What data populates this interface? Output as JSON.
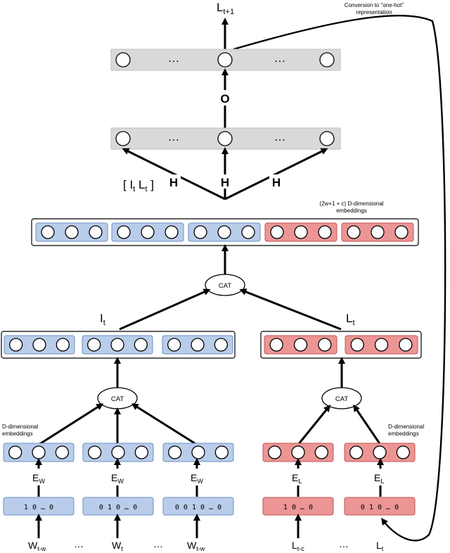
{
  "output": {
    "label_main": "L",
    "label_sub": "t+1",
    "conversion_note_line1": "Conversion to \"one-hot\"",
    "conversion_note_line2": "representation"
  },
  "layers": {
    "ellipsis": "…",
    "o_label": "O",
    "h_label": "H",
    "concat_label": "[ I",
    "concat_label_t1": "t",
    "concat_label_mid": " L",
    "concat_label_t2": "t",
    "concat_label_end": " ]",
    "big_embedding_note_line1": "(2w+1 + c) D-dimensional",
    "big_embedding_note_line2": "embeddings",
    "cat_label": "CAT"
  },
  "groups": {
    "words_label_main": "I",
    "words_label_sub": "t",
    "lemmas_label_main": "L",
    "lemmas_label_sub": "t"
  },
  "embeddings": {
    "d_dim_line1": "D-dimensional",
    "d_dim_line2": "embeddings",
    "ew_main": "E",
    "ew_sub": "W",
    "el_main": "E",
    "el_sub": "L"
  },
  "onehot": {
    "w_left": "1 0      …      0",
    "w_center": "0 1 0     …     0",
    "w_right": "0 0 1 0    …    0",
    "l_left": "1 0      …      0",
    "l_right": "0 1 0     …     0"
  },
  "inputs": {
    "w_tw_main": "W",
    "w_tw_sub": "t-w",
    "w_t_main": "W",
    "w_t_sub": "t",
    "w_tpw_main": "W",
    "w_tpw_sub": "t-w",
    "l_tc_main": "L",
    "l_tc_sub": "t-c",
    "l_t_main": "L",
    "l_t_sub": "t",
    "dots": "…"
  },
  "colors": {
    "word_band": "#b9cdea",
    "lemma_band": "#ec9595",
    "hidden_band": "#d9d9d9"
  }
}
